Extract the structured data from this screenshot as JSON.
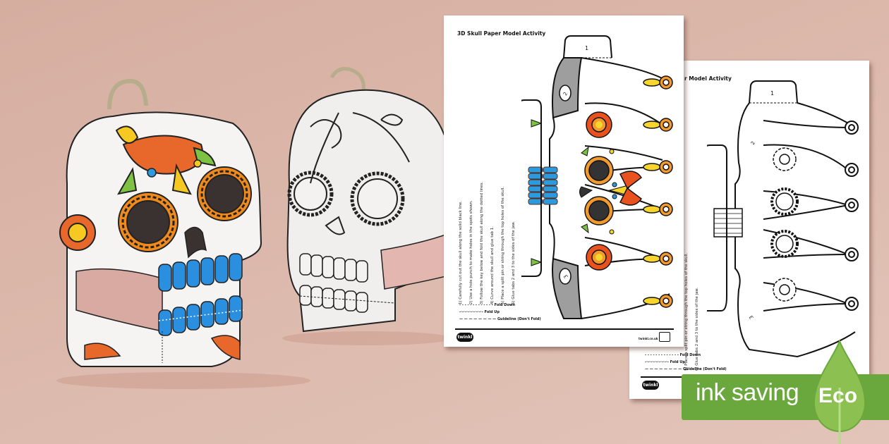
{
  "background": {
    "color": "#d6b0a2"
  },
  "photo": {
    "models": [
      {
        "name": "colored-skull-model",
        "style": "colored"
      },
      {
        "name": "outline-skull-model",
        "style": "black-and-white"
      }
    ]
  },
  "front_page": {
    "title": "3D Skull Paper Model Activity",
    "tab_labels": [
      "1",
      "2",
      "3"
    ],
    "instructions": [
      "1) Carefully cut out the skull along the solid black line.",
      "2) Use a hole punch to make holes in the spots shown.",
      "3) Follow the key below and fold the skull along the dotted lines.",
      "4) Curve around the skull and glue tab 1.",
      "5) Place a split pin or string through the top holes of the skull.",
      "6) Glue tabs 2 and 3 to the sides of the jaw."
    ],
    "key": [
      {
        "line": "- - - - - - - - - - - - -",
        "label": "Fold Down"
      },
      {
        "line": "-·-·-·-·-·-·-·-·-",
        "label": "Fold Up"
      },
      {
        "line": "— — — — — — — —",
        "label": "Guideline (Don't Fold)"
      }
    ],
    "footer": {
      "logo": "twinkl",
      "url": "twinkl.co.uk"
    },
    "colors": {
      "orange": "#f08a1c",
      "yellow": "#f7d52b",
      "blue": "#2b9be0",
      "red": "#e8521f",
      "green": "#7dc242",
      "dark": "#333333"
    }
  },
  "back_page": {
    "title_visible": "r Model Activity",
    "tab_labels": [
      "1",
      "2",
      "3"
    ],
    "instructions_visible": [
      "5) Place a split pin or string through the top holes of the skull.",
      "6) Glue tabs 2 and 3 to the sides of the jaw."
    ],
    "key": [
      {
        "line": "- - - - - - - - - - - - -",
        "label": "Fold Down"
      },
      {
        "line": "-·-·-·-·-·-·-·-·-",
        "label": "Fold Up"
      },
      {
        "line": "— — — — — — — —",
        "label": "Guideline (Don't Fold)"
      }
    ],
    "footer": {
      "logo": "twinkl"
    }
  },
  "eco_banner": {
    "text": "ink saving",
    "badge": "Eco",
    "color": "#6aa83e",
    "leaf_color": "#8cc152"
  }
}
